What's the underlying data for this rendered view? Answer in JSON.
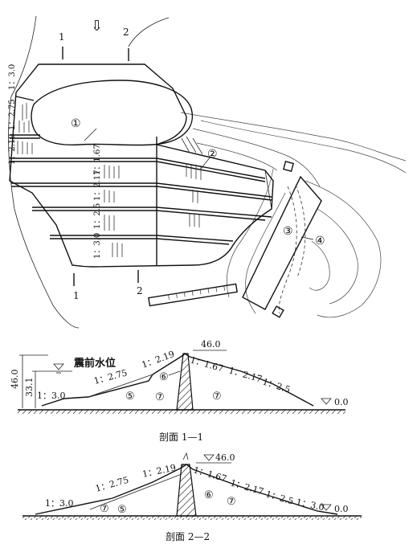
{
  "plan": {
    "flow_arrow": "⇩",
    "section_mark_1": "1",
    "section_mark_2": "2",
    "slope_labels_left": [
      "1：3.0",
      "1：2.75",
      "1：2.19"
    ],
    "slope_labels_center": [
      "1：1.67",
      "1：2.17",
      "1：2.5",
      "1：3.0"
    ],
    "zones": [
      "①",
      "②",
      "③",
      "④"
    ]
  },
  "section1": {
    "caption": "剖面 1—1",
    "height_total": "46.0",
    "height_water": "33.1",
    "water_label": "震前水位",
    "crest_elev": "46.0",
    "base_elev": "0.0",
    "slopes_up": [
      "1：3.0",
      "1：2.75",
      "1：2.19"
    ],
    "slopes_down": [
      "1：1.67",
      "1：2.17",
      "1：2.5"
    ],
    "zones": [
      "⑤",
      "⑥",
      "⑦",
      "⑦"
    ]
  },
  "section2": {
    "caption": "剖面 2—2",
    "crest_elev": "46.0",
    "base_elev": "0.0",
    "slopes_up": [
      "1：3.0",
      "1：2.75",
      "1：2.19"
    ],
    "slopes_down": [
      "1：1.67",
      "1：2.17",
      "1：2.5",
      "1：3.0"
    ],
    "zones": [
      "⑦",
      "⑤",
      "⑥",
      "⑦"
    ]
  }
}
